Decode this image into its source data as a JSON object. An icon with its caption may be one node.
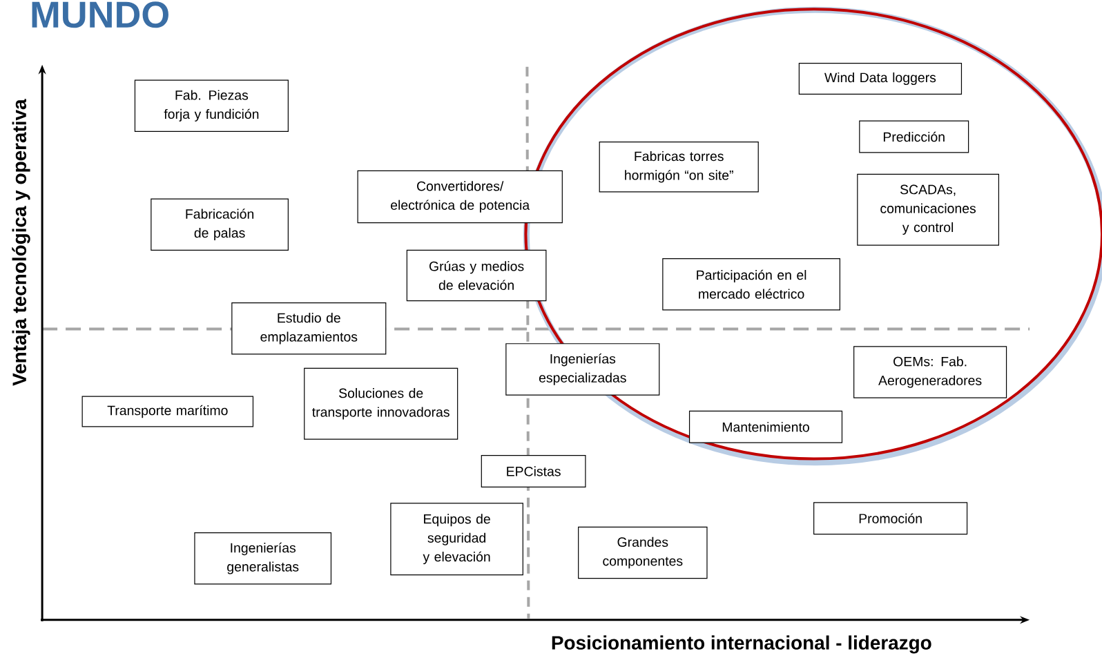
{
  "diagram": {
    "title": "MUNDO",
    "nodes": [
      {
        "text": [
          "Wind Data loggers"
        ]
      },
      {
        "text": [
          "Fab. Piezas forja y fundición"
        ]
      },
      {
        "text": [
          "Predicción"
        ]
      },
      {
        "text": [
          "Fabricas torres hormigón “on site”"
        ]
      },
      {
        "text": [
          "Convertidores/ electrónica de potencia"
        ]
      },
      {
        "text": [
          "SCADAs, comunicaciones y control"
        ]
      },
      {
        "text": [
          "Fabricación de palas"
        ]
      },
      {
        "text": [
          "Grúas y medios de elevación"
        ]
      },
      {
        "text": [
          "Participación en el mercado eléctrico"
        ]
      },
      {
        "text": [
          "Estudio de emplazamientos"
        ]
      },
      {
        "text": [
          "Ingenierías especializadas"
        ]
      },
      {
        "text": [
          "OEMs: Fab. Aerogeneradores"
        ]
      },
      {
        "text": [
          "Soluciones de transporte innovadoras"
        ]
      },
      {
        "text": [
          "Transporte marítimo"
        ]
      },
      {
        "text": [
          "Mantenimiento"
        ]
      },
      {
        "text": [
          "EPCistas"
        ]
      },
      {
        "text": [
          "Promoción"
        ]
      },
      {
        "text": [
          "Equipos de seguridad y elevación"
        ]
      },
      {
        "text": [
          "Grandes componentes"
        ]
      },
      {
        "text": [
          "Ingenierías generalistas"
        ]
      }
    ],
    "labels": [
      "Ventaja tecnológica y operativa",
      "Posicionamiento internacional - liderazgo"
    ]
  }
}
